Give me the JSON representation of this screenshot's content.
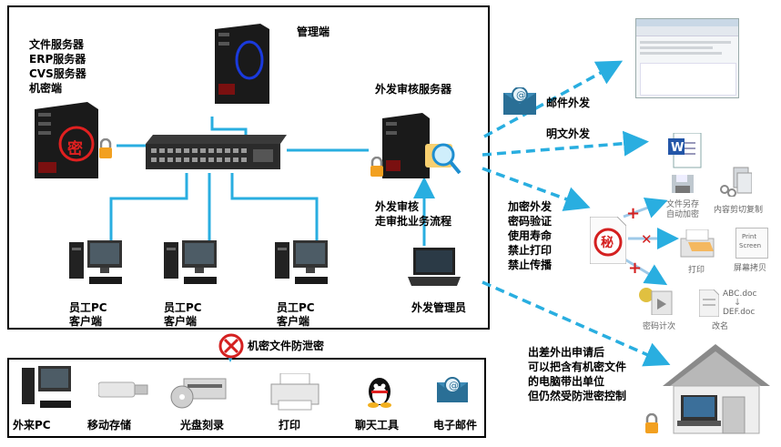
{
  "server_cluster": {
    "label_lines": [
      "文件服务器",
      "ERP服务器",
      "CVS服务器",
      "机密端"
    ],
    "badge": "密"
  },
  "management": {
    "label": "管理端"
  },
  "audit_server": {
    "label": "外发审核服务器"
  },
  "audit_flow": {
    "label_lines": [
      "外发审核",
      "走审批业务流程"
    ]
  },
  "clients": [
    {
      "label_lines": [
        "员工PC",
        "客户端"
      ]
    },
    {
      "label_lines": [
        "员工PC",
        "客户端"
      ]
    },
    {
      "label_lines": [
        "员工PC",
        "客户端"
      ]
    }
  ],
  "admin": {
    "label": "外发管理员"
  },
  "outbound": {
    "email": "邮件外发",
    "plaintext": "明文外发",
    "encrypted_lines": [
      "加密外发",
      "密码验证",
      "使用寿命",
      "禁止打印",
      "禁止传播"
    ],
    "secret_badge": "秘"
  },
  "controls": {
    "save_as": [
      "文件另存",
      "自动加密"
    ],
    "clipboard": "内容剪切复制",
    "print": "打印",
    "screenshot": "屏幕拷贝",
    "print_screen_key": [
      "Print",
      "Screen"
    ],
    "password_count": "密码计次",
    "rename": "改名",
    "rename_files": [
      "ABC.doc",
      "DEF.doc"
    ]
  },
  "prevention": {
    "label": "机密文件防泄密"
  },
  "devices": [
    {
      "label": "外来PC",
      "icon": "pc-icon"
    },
    {
      "label": "移动存储",
      "icon": "usb-drive-icon"
    },
    {
      "label": "光盘刻录",
      "icon": "cd-burner-icon"
    },
    {
      "label": "打印",
      "icon": "printer-icon"
    },
    {
      "label": "聊天工具",
      "icon": "qq-icon"
    },
    {
      "label": "电子邮件",
      "icon": "email-icon"
    }
  ],
  "travel_note": {
    "label_lines": [
      "出差外出申请后",
      "可以把含有机密文件",
      "的电脑带出单位",
      "但仍然受防泄密控制"
    ]
  },
  "colors": {
    "link": "#29aee0",
    "accent_red": "#d42020",
    "panel_border": "#000000"
  }
}
